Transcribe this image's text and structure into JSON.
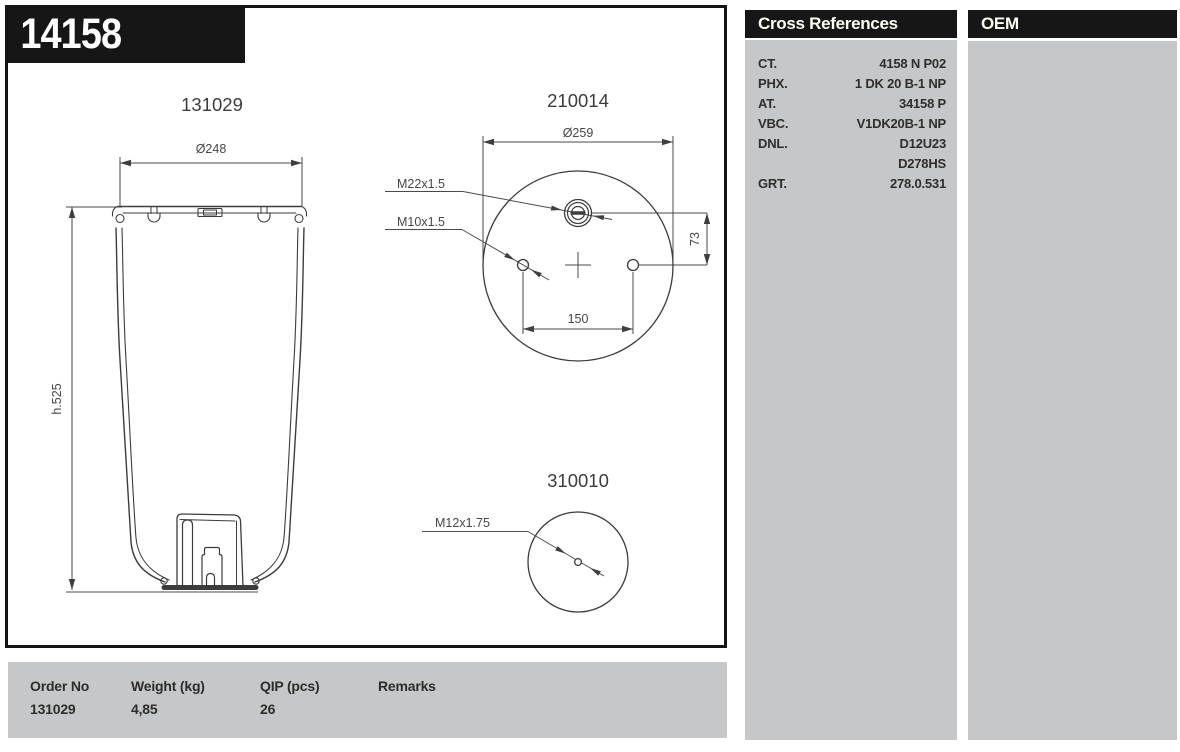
{
  "page": {
    "part_number": "14158"
  },
  "drawing": {
    "side_view": {
      "label": "131029",
      "dim_diameter": "Ø248",
      "dim_height": "h.525"
    },
    "top_view": {
      "label": "210014",
      "dim_diameter": "Ø259",
      "thread_center": "M22x1.5",
      "thread_holes": "M10x1.5",
      "dim_offset": "73",
      "dim_spacing": "150"
    },
    "stud_view": {
      "label": "310010",
      "thread": "M12x1.75"
    }
  },
  "cross_references": {
    "title": "Cross References",
    "entries": [
      {
        "brand": "CT.",
        "value": "4158 N P02"
      },
      {
        "brand": "PHX.",
        "value": "1 DK 20 B-1 NP"
      },
      {
        "brand": "AT.",
        "value": "34158 P"
      },
      {
        "brand": "VBC.",
        "value": "V1DK20B-1 NP"
      },
      {
        "brand": "DNL.",
        "value": "D12U23"
      },
      {
        "brand": "",
        "value": "D278HS"
      },
      {
        "brand": "GRT.",
        "value": "278.0.531"
      }
    ]
  },
  "oem_panel": {
    "title": "OEM"
  },
  "spec_table": {
    "headers": [
      "Order No",
      "Weight (kg)",
      "QIP (pcs)",
      "Remarks"
    ],
    "rows": [
      [
        "131029",
        "4,85",
        "26",
        ""
      ]
    ]
  },
  "colors": {
    "header_black": "#161616",
    "panel_gray": "#c6c7c8",
    "line_gray": "#3d3d3d"
  }
}
